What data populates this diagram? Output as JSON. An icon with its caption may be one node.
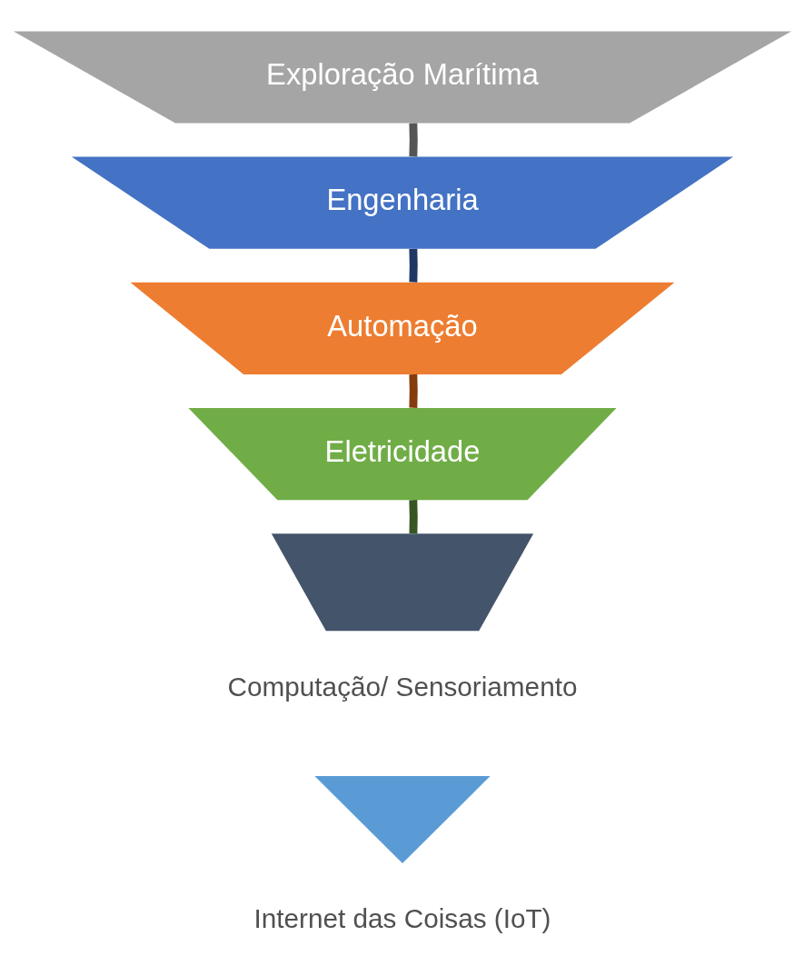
{
  "diagram": {
    "nodes": [
      {
        "text": [
          "Exploração Marítima"
        ]
      },
      {
        "text": [
          "Engenharia"
        ]
      },
      {
        "text": [
          "Automação"
        ]
      },
      {
        "text": [
          "Eletricidade"
        ]
      },
      {
        "text": [],
        "shape": "trapezium",
        "beside": [
          "Computação/ Sensoriamento"
        ]
      },
      {
        "text": [],
        "shape": "triangle",
        "beside": [
          "Internet das Coisas (IoT)"
        ]
      }
    ],
    "edges": [
      {
        "from": 0,
        "to": 1,
        "arrow": "none",
        "color": "#555555"
      },
      {
        "from": 1,
        "to": 2,
        "arrow": "none",
        "color": "#203864"
      },
      {
        "from": 2,
        "to": 3,
        "arrow": "none",
        "color": "#843c0c"
      },
      {
        "from": 3,
        "to": 4,
        "arrow": "none",
        "color": "#375623"
      }
    ]
  }
}
